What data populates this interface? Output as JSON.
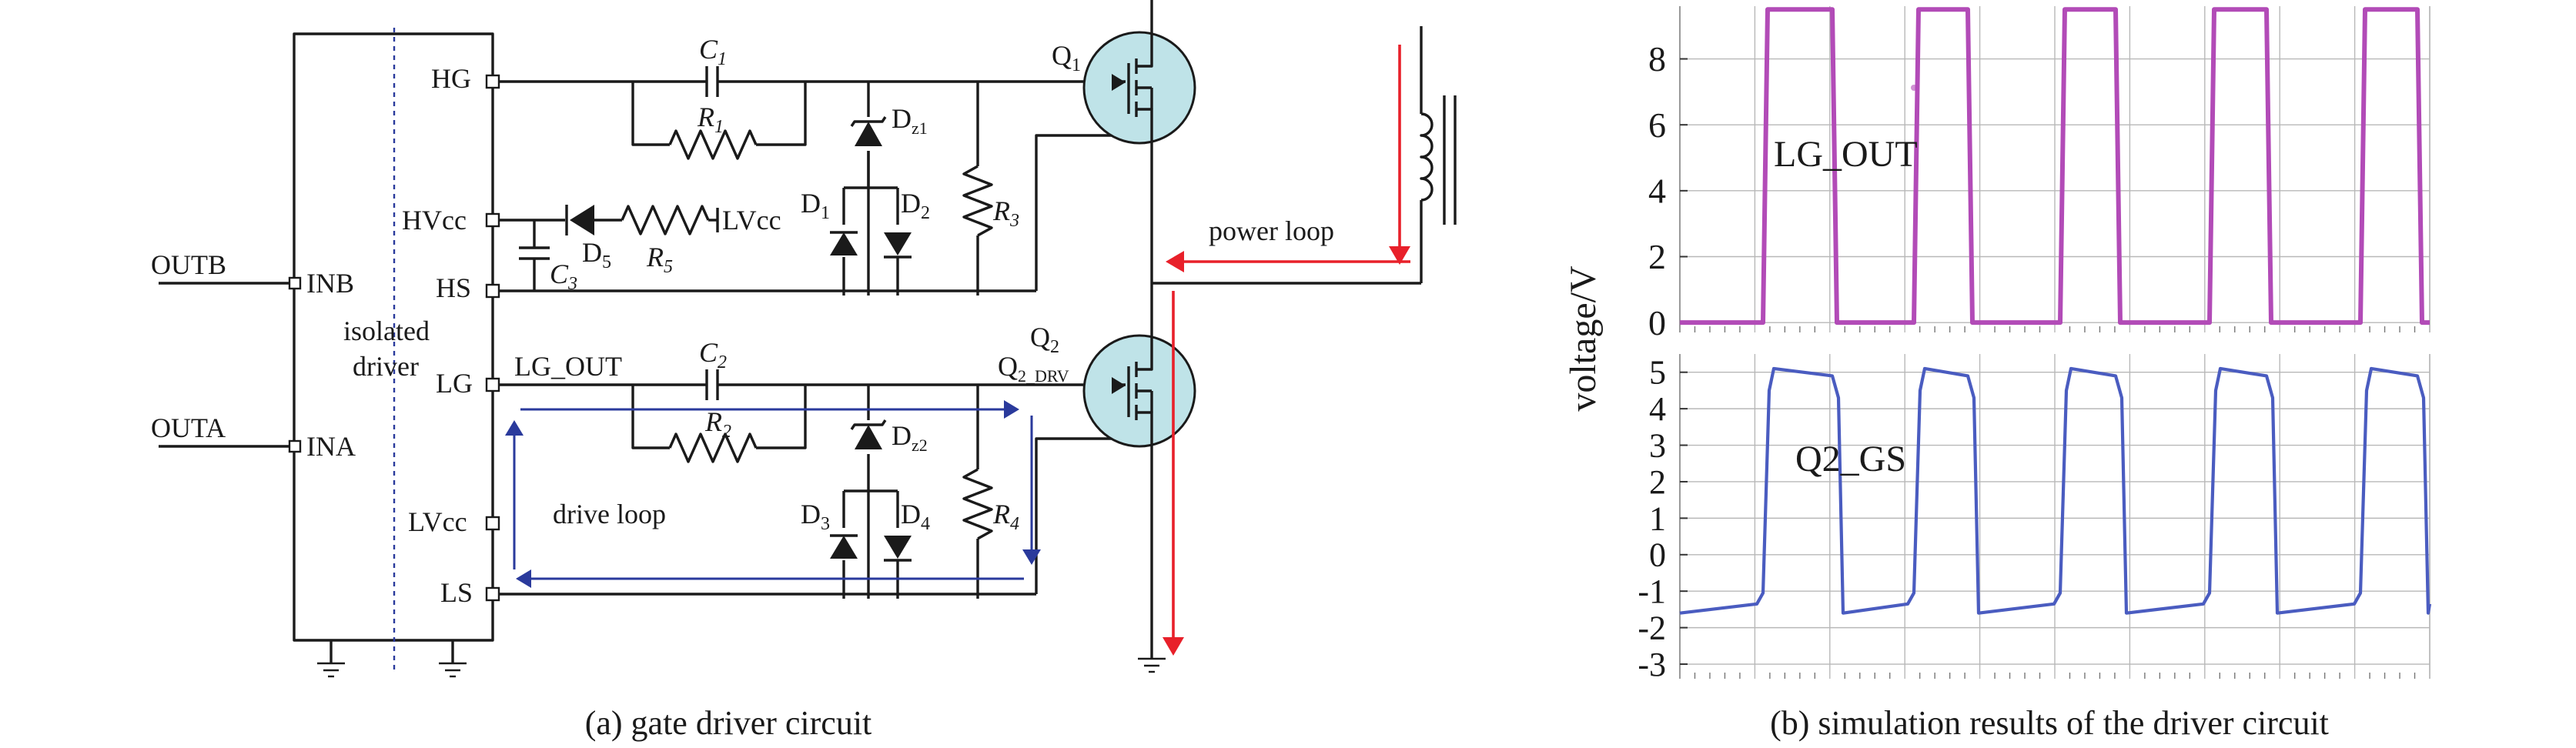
{
  "colors": {
    "power_loop": "#e8202a",
    "drive_loop": "#2a3a9c",
    "mosfet_fill": "#bfe3e8",
    "lg_out_trace": "#b24bb7",
    "q2_gs_trace": "#4a5cc0"
  },
  "circuit": {
    "caption": "(a) gate driver circuit",
    "driver_label": [
      "isolated",
      "driver"
    ],
    "inputs": {
      "outb": "OUTB",
      "inb": "INB",
      "outa": "OUTA",
      "ina": "INA"
    },
    "pins": {
      "hg": "HG",
      "hvcc": "HVcc",
      "hs": "HS",
      "lg": "LG",
      "lvcc": "LVcc",
      "ls": "LS"
    },
    "net_lg_out": "LG_OUT",
    "lvcc_supply": "LVcc",
    "loops": {
      "power": "power loop",
      "drive": "drive loop"
    },
    "components": {
      "c1": {
        "base": "C",
        "sub": "1"
      },
      "r1": {
        "base": "R",
        "sub": "1"
      },
      "dz1": {
        "base": "D",
        "sub": "z1"
      },
      "d1": {
        "base": "D",
        "sub": "1"
      },
      "d2": {
        "base": "D",
        "sub": "2"
      },
      "r3": {
        "base": "R",
        "sub": "3"
      },
      "d5": {
        "base": "D",
        "sub": "5"
      },
      "r5": {
        "base": "R",
        "sub": "5"
      },
      "c3": {
        "base": "C",
        "sub": "3"
      },
      "c2": {
        "base": "C",
        "sub": "2"
      },
      "r2": {
        "base": "R",
        "sub": "2"
      },
      "dz2": {
        "base": "D",
        "sub": "z2"
      },
      "d3": {
        "base": "D",
        "sub": "3"
      },
      "d4": {
        "base": "D",
        "sub": "4"
      },
      "r4": {
        "base": "R",
        "sub": "4"
      },
      "q1": {
        "base": "Q",
        "sub": "1"
      },
      "q2": {
        "base": "Q",
        "sub": "2"
      },
      "q2drv": {
        "base": "Q",
        "sub": "2_DRV"
      }
    }
  },
  "simulation": {
    "caption": "(b) simulation results of the driver circuit",
    "ylabel": "voltage/V",
    "top_trace_label": "LG_OUT",
    "bottom_trace_label": "Q2_GS",
    "top_ticks": [
      "8",
      "6",
      "4",
      "2",
      "0"
    ],
    "bottom_ticks": [
      "5",
      "4",
      "3",
      "2",
      "1",
      "0",
      "-1",
      "-2",
      "-3"
    ]
  },
  "chart_data": [
    {
      "type": "line",
      "series": [
        {
          "name": "LG_OUT",
          "values_description": "square wave",
          "low": 0,
          "high": 9.5
        }
      ],
      "ylim": [
        -0.3,
        9.6
      ],
      "y_ticks": [
        0,
        2,
        4,
        6,
        8
      ],
      "pulses": 5
    },
    {
      "type": "line",
      "series": [
        {
          "name": "Q2_GS",
          "low_start": -1.6,
          "low_end": -1.35,
          "high_start": 5.1,
          "high_end": 4.9
        }
      ],
      "ylim": [
        -3.4,
        5.5
      ],
      "y_ticks": [
        5,
        4,
        3,
        2,
        1,
        0,
        -1,
        -2,
        -3
      ],
      "pulses": 5
    }
  ]
}
